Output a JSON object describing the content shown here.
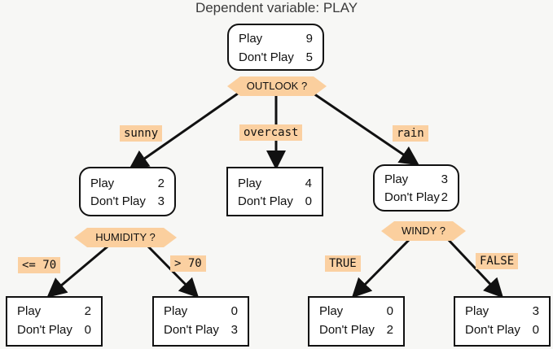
{
  "title": "Dependent variable: PLAY",
  "labels": {
    "play": "Play",
    "dont_play": "Don't Play"
  },
  "root": {
    "play": "9",
    "dont_play": "5"
  },
  "outlook_split": "OUTLOOK ?",
  "branches_outlook": {
    "sunny": "sunny",
    "overcast": "overcast",
    "rain": "rain"
  },
  "sunny_node": {
    "play": "2",
    "dont_play": "3"
  },
  "overcast_node": {
    "play": "4",
    "dont_play": "0"
  },
  "rain_node": {
    "play": "3",
    "dont_play": "2"
  },
  "humidity_split": "HUMIDITY ?",
  "windy_split": "WINDY ?",
  "branches_humidity": {
    "le70": "<= 70",
    "gt70": "> 70"
  },
  "branches_windy": {
    "true": "TRUE",
    "false": "FALSE"
  },
  "leaf_hum_le70": {
    "play": "2",
    "dont_play": "0"
  },
  "leaf_hum_gt70": {
    "play": "0",
    "dont_play": "3"
  },
  "leaf_windy_true": {
    "play": "0",
    "dont_play": "2"
  },
  "leaf_windy_false": {
    "play": "3",
    "dont_play": "0"
  },
  "colors": {
    "label_bg": "#fbd0a1",
    "diamond": "#fbcf9e",
    "stroke": "#111111"
  }
}
